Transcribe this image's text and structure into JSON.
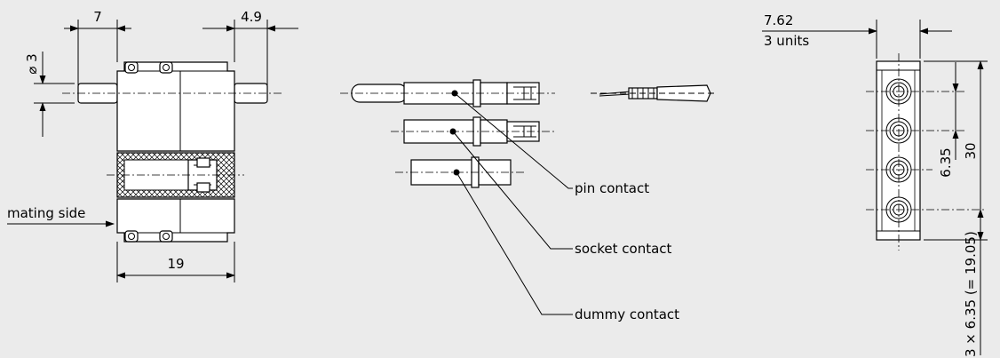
{
  "dimensions": {
    "pin_protrusion_left": "7",
    "pin_protrusion_right": "4.9",
    "pin_diameter": "⌀ 3",
    "housing_length": "19",
    "pitch_width": "7.62",
    "units": "3 units",
    "contact_spacing": "6.35",
    "housing_height": "30",
    "total_spacing": "3 × 6.35 (= 19.05)"
  },
  "labels": {
    "mating_side": "mating side",
    "pin_contact": "pin contact",
    "socket_contact": "socket contact",
    "dummy_contact": "dummy contact"
  },
  "colors": {
    "background": "#ebebeb",
    "line": "#000000",
    "fill": "#ffffff"
  }
}
